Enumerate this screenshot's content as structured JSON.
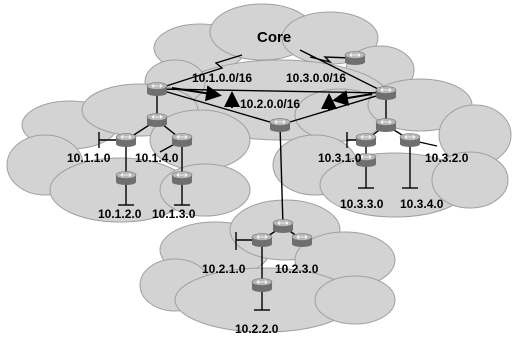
{
  "title": "Core",
  "summary_routes": [
    "10.1.0.0/16",
    "10.3.0.0/16",
    "10.2.0.0/16"
  ],
  "subnets": {
    "left": [
      "10.1.1.0",
      "10.1.4.0",
      "10.1.2.0",
      "10.1.3.0"
    ],
    "right": [
      "10.3.1.0",
      "10.3.2.0",
      "10.3.3.0",
      "10.3.4.0"
    ],
    "bottom": [
      "10.2.1.0",
      "10.2.3.0",
      "10.2.2.0"
    ]
  },
  "colors": {
    "cloud": "#d4d4d4",
    "cloud_edge": "#9d9d9d",
    "router_top": "#b5b5b5",
    "router_body": "#7c7c7c",
    "line": "#000000"
  }
}
